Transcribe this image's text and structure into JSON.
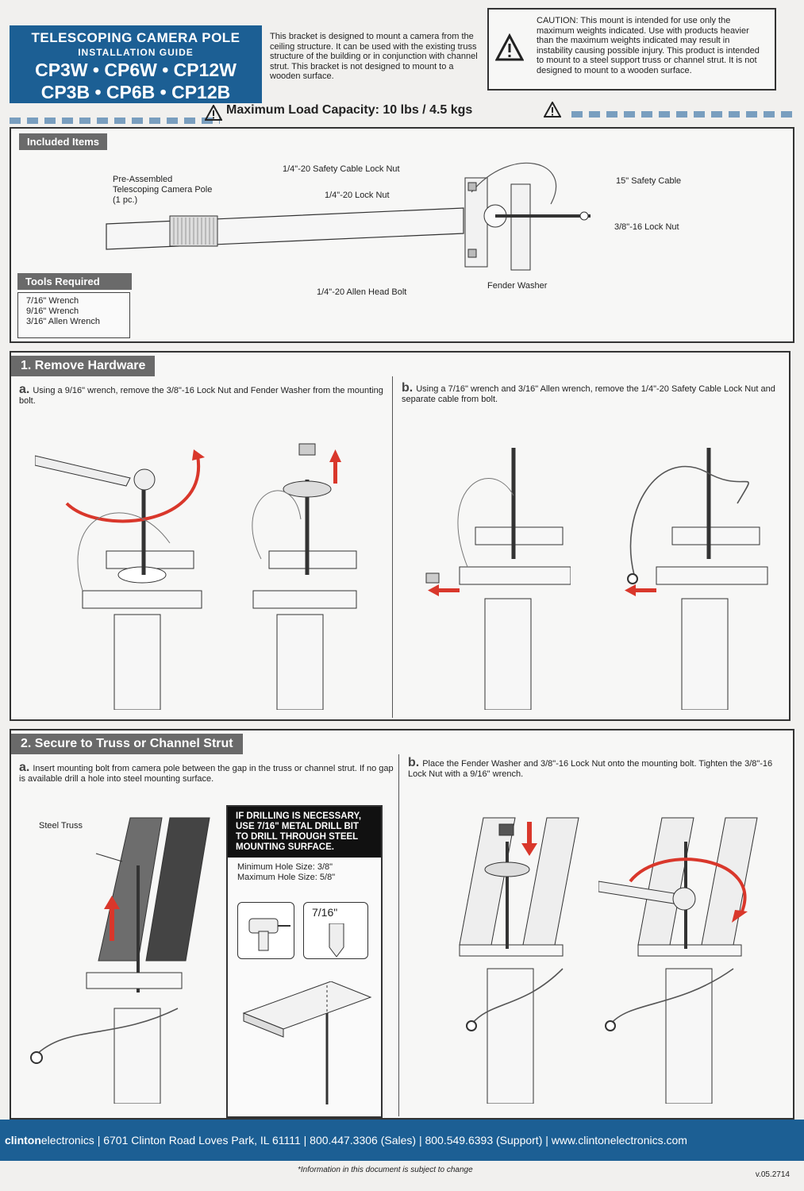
{
  "header": {
    "title": "TELESCOPING CAMERA POLE",
    "subtitle": "INSTALLATION GUIDE",
    "models_row1": "CP3W • CP6W • CP12W",
    "models_row2": "CP3B • CP6B • CP12B"
  },
  "intro": "This bracket is designed to mount a camera from the ceiling structure. It can be used with the existing truss structure of the building or in conjunction with channel strut. This bracket is not designed to mount to a wooden surface.",
  "caution": "CAUTION: This mount is intended for use only the maximum weights indicated. Use with products heavier than the maximum weights indicated may result in instability causing possible injury. This product is intended to mount to a steel support truss or channel strut. It is not designed to mount to a wooden surface.",
  "max_load": "Maximum Load Capacity: 10 lbs / 4.5 kgs",
  "included": {
    "tag": "Included Items",
    "pole_label": "Pre-Assembled\nTelescoping Camera Pole\n(1 pc.)",
    "labels": {
      "safety_lock_nut": "1/4\"-20 Safety Cable Lock Nut",
      "lock_nut": "1/4\"-20 Lock Nut",
      "safety_cable": "15\" Safety Cable",
      "lock_nut_38": "3/8\"-16 Lock Nut",
      "allen_bolt": "1/4\"-20 Allen Head Bolt",
      "fender_washer": "Fender Washer"
    }
  },
  "tools": {
    "tag": "Tools Required",
    "items": [
      "7/16\" Wrench",
      "9/16\" Wrench",
      "3/16\" Allen Wrench"
    ]
  },
  "step1": {
    "tag": "1. Remove Hardware",
    "a_letter": "a.",
    "a_text": "Using a 9/16\" wrench, remove the 3/8\"-16 Lock Nut and Fender Washer from the mounting bolt.",
    "b_letter": "b.",
    "b_text": "Using a 7/16\" wrench and 3/16\" Allen wrench, remove the 1/4\"-20 Safety Cable Lock Nut and separate cable from bolt."
  },
  "step2": {
    "tag": "2. Secure to Truss or Channel Strut",
    "a_letter": "a.",
    "a_text": "Insert mounting bolt from camera pole between the gap in the truss or channel strut. If no gap is available drill a hole into steel mounting surface.",
    "steel_truss_label": "Steel Truss",
    "drill_head": "IF DRILLING IS NECESSARY, USE 7/16\" METAL DRILL BIT TO DRILL THROUGH STEEL MOUNTING SURFACE.",
    "min_hole": "Minimum Hole Size: 3/8\"",
    "max_hole": "Maximum Hole Size: 5/8\"",
    "bit_size": "7/16\"",
    "b_letter": "b.",
    "b_text": "Place the Fender Washer and 3/8\"-16 Lock Nut onto the mounting bolt. Tighten the 3/8\"-16 Lock Nut with a 9/16\" wrench."
  },
  "footer": {
    "brand_bold": "clinton",
    "brand_rest": "electronics",
    "address": " | 6701 Clinton Road Loves Park, IL 61111 | 800.447.3306 (Sales) | 800.549.6393 (Support) | www.clintonelectronics.com",
    "disclaimer": "*Information in this document is subject to change",
    "version": "v.05.2714"
  },
  "colors": {
    "brand_blue": "#1c5f94",
    "arrow_red": "#d9372b",
    "tag_gray": "#6a6a6a"
  }
}
